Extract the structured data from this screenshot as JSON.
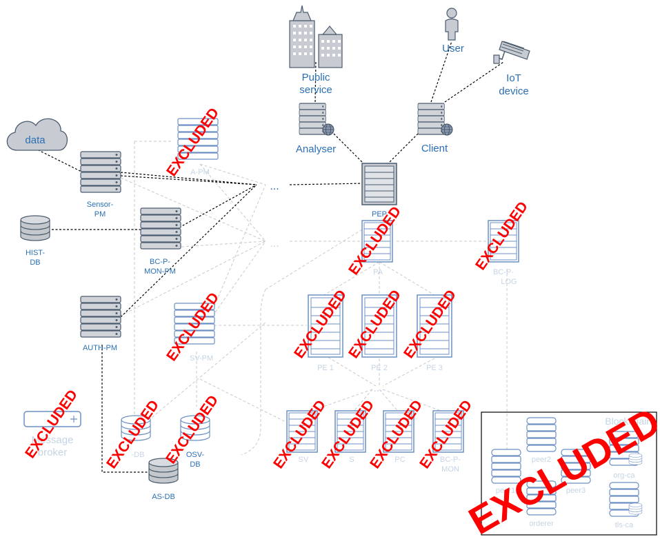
{
  "labels": {
    "data": "data",
    "public_service_line1": "Public",
    "public_service_line2": "service",
    "user": "User",
    "iot_line1": "IoT",
    "iot_line2": "device",
    "analyser": "Analyser",
    "client": "Client",
    "ellipsis": "...",
    "sensor_pm_line1": "Sensor-",
    "sensor_pm_line2": "PM",
    "hist_db_line1": "HIST-",
    "hist_db_line2": "DB",
    "bc_p_mon_pm_line1": "BC-P-",
    "bc_p_mon_pm_line2": "MON-PM",
    "auth_pm": "AUTH-PM",
    "pep": "PEP",
    "as_db": "AS-DB",
    "osv_db_line1": "OSV-",
    "osv_db_line2": "DB",
    "a_pm": "A-PM",
    "sv_pm": "SV-PM",
    "pa": "PA",
    "bc_p_log_line1": "BC-P-",
    "bc_p_log_line2": "LOG",
    "pe1": "PE 1",
    "pe2": "PE 2",
    "pe3": "PE 3",
    "message_broker_line1": "Message",
    "message_broker_line2": "broker",
    "db_left": "-DB",
    "bottom_sv": "SV",
    "bottom_s": "S",
    "bottom_pc": "PC",
    "bc_p_mon_line1": "BC-P-",
    "bc_p_mon_line2": "MON",
    "blockchain": "Blockchain",
    "peer1": "peer1",
    "peer2": "peer2",
    "peer3": "peer3",
    "orderer": "orderer",
    "org_ca": "org-ca",
    "tls_ca": "tls-ca"
  },
  "excluded": "EXCLUDED"
}
